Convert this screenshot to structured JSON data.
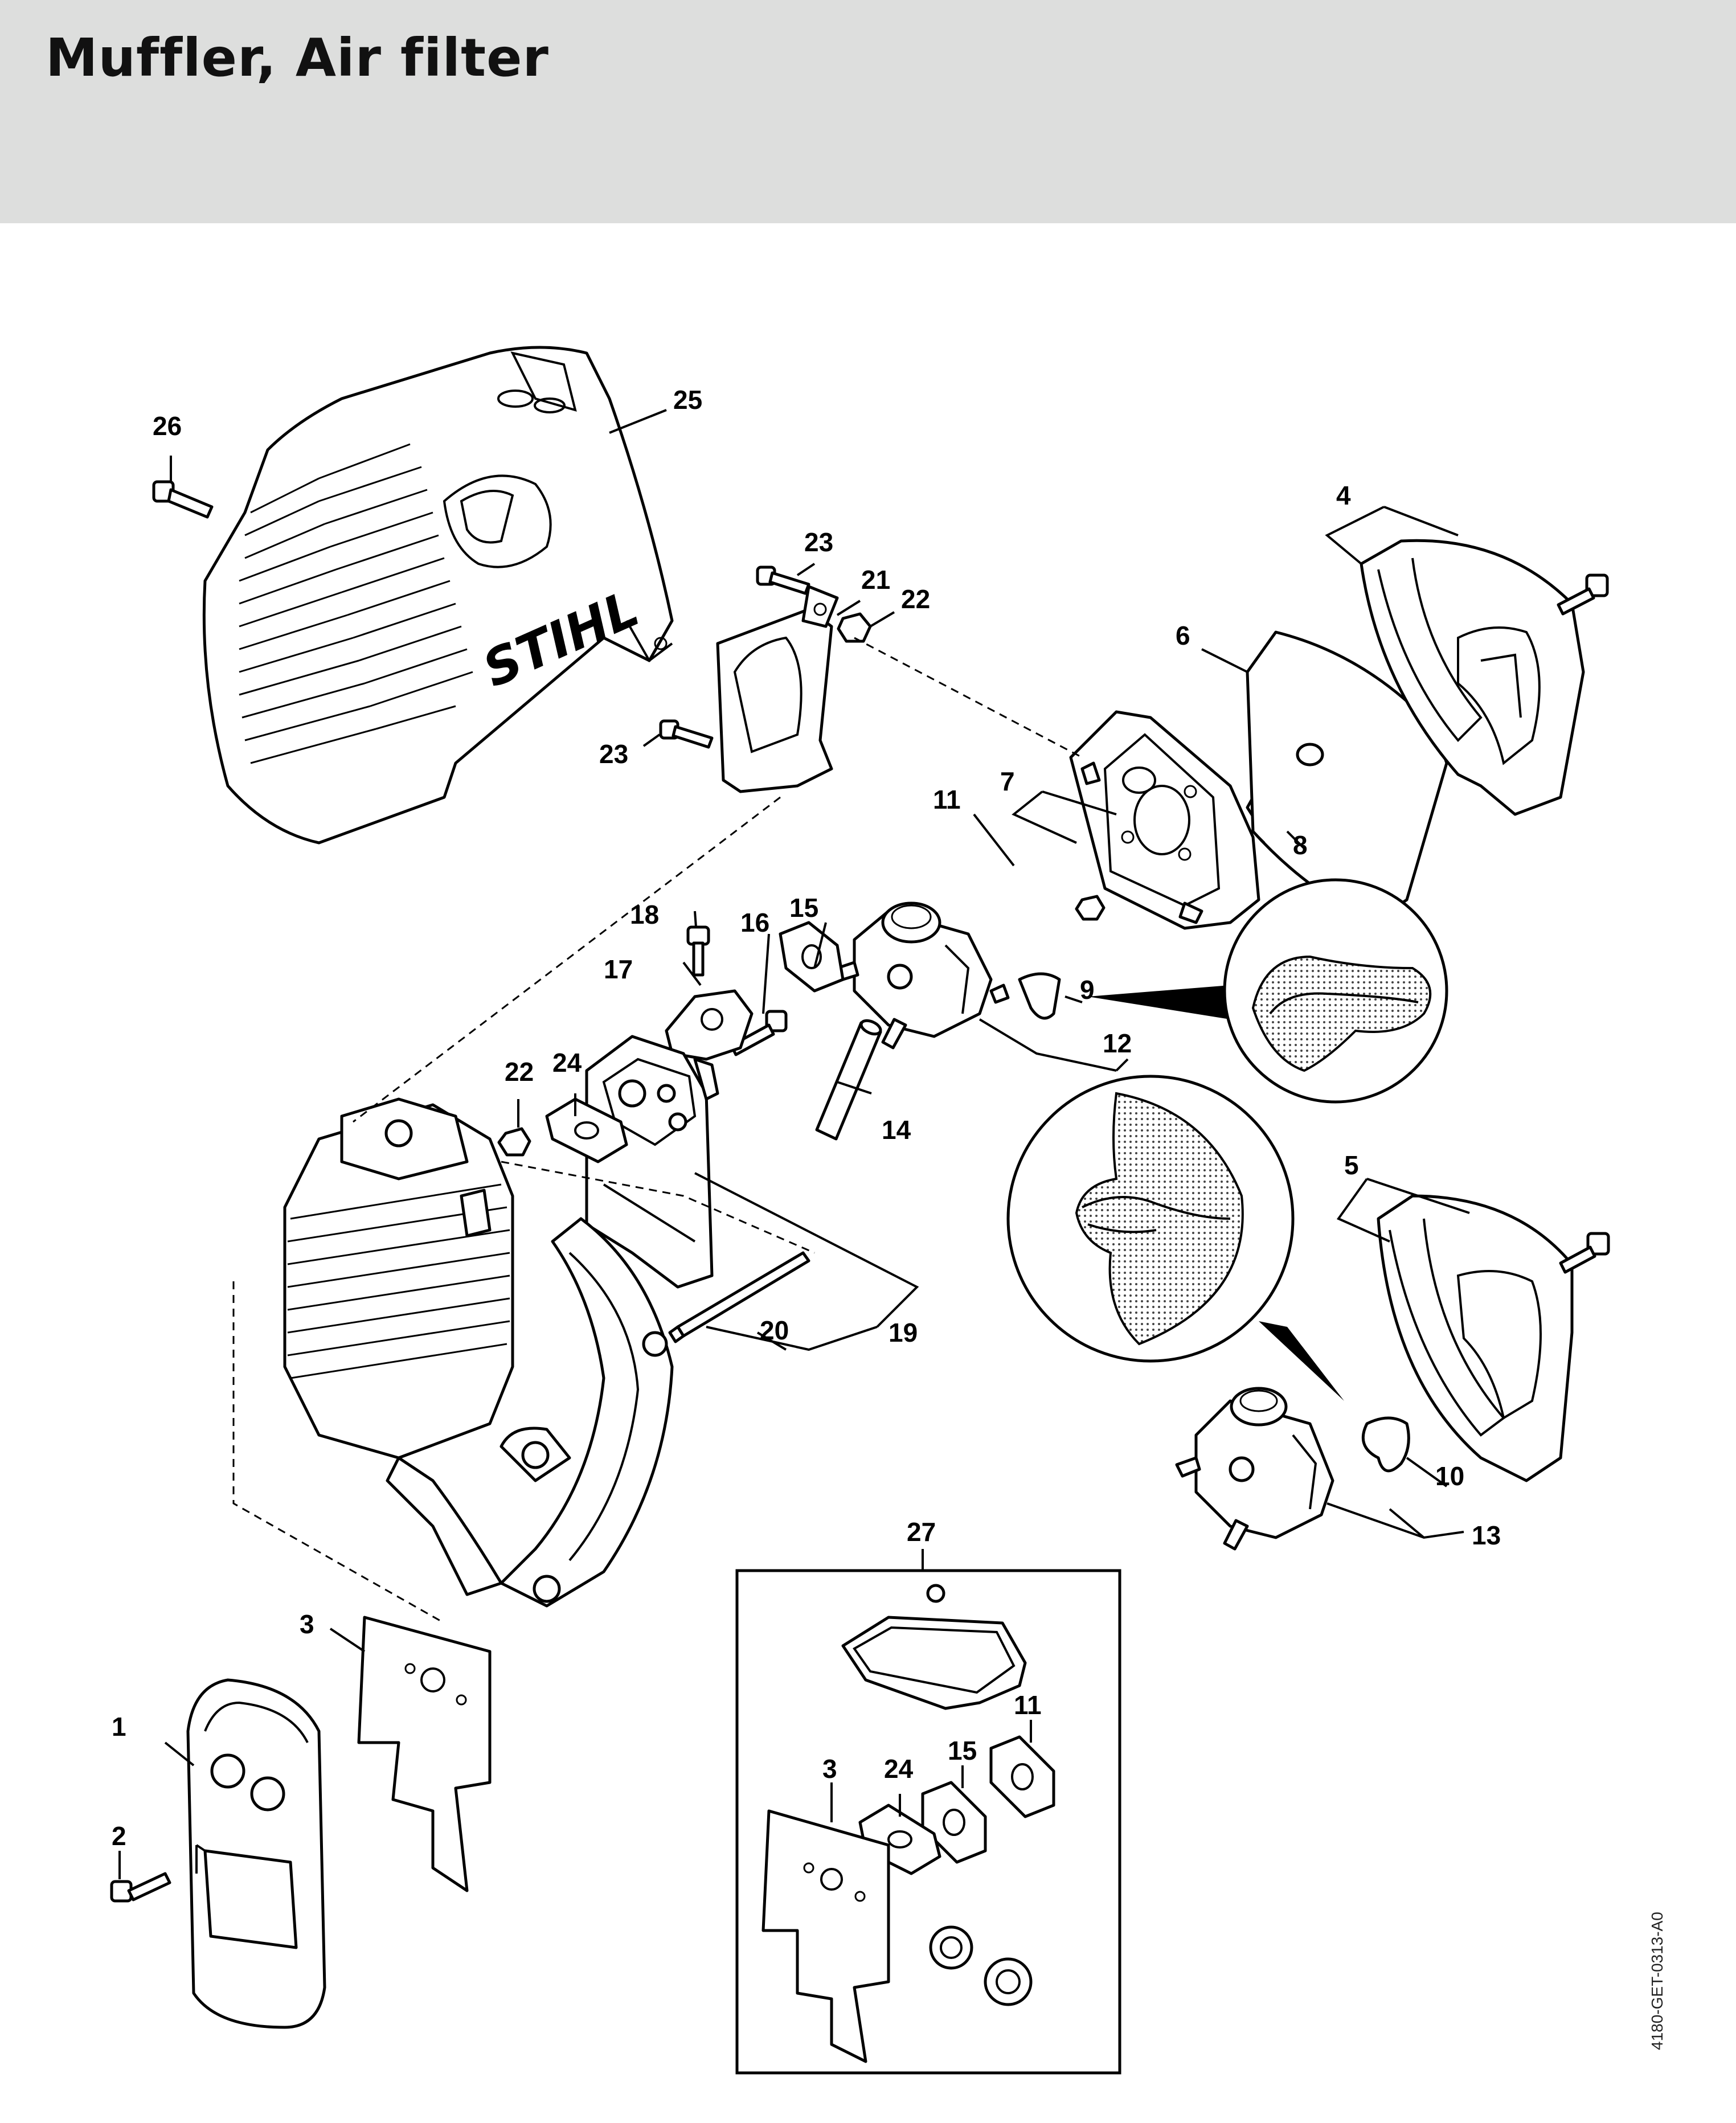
{
  "title": "Muffler, Air filter",
  "doc_code": "4180-GET-0313-A0",
  "brand_logo": "STIHL",
  "callouts": [
    {
      "id": "c1",
      "label": "1"
    },
    {
      "id": "c2",
      "label": "2"
    },
    {
      "id": "c3a",
      "label": "3"
    },
    {
      "id": "c3b",
      "label": "3"
    },
    {
      "id": "c4",
      "label": "4"
    },
    {
      "id": "c5",
      "label": "5"
    },
    {
      "id": "c6",
      "label": "6"
    },
    {
      "id": "c7",
      "label": "7"
    },
    {
      "id": "c8",
      "label": "8"
    },
    {
      "id": "c9",
      "label": "9"
    },
    {
      "id": "c10",
      "label": "10"
    },
    {
      "id": "c11a",
      "label": "11"
    },
    {
      "id": "c11b",
      "label": "11"
    },
    {
      "id": "c12",
      "label": "12"
    },
    {
      "id": "c13",
      "label": "13"
    },
    {
      "id": "c14",
      "label": "14"
    },
    {
      "id": "c15a",
      "label": "15"
    },
    {
      "id": "c15b",
      "label": "15"
    },
    {
      "id": "c16",
      "label": "16"
    },
    {
      "id": "c17",
      "label": "17"
    },
    {
      "id": "c18",
      "label": "18"
    },
    {
      "id": "c19",
      "label": "19"
    },
    {
      "id": "c20",
      "label": "20"
    },
    {
      "id": "c21",
      "label": "21"
    },
    {
      "id": "c22a",
      "label": "22"
    },
    {
      "id": "c22b",
      "label": "22"
    },
    {
      "id": "c23a",
      "label": "23"
    },
    {
      "id": "c23b",
      "label": "23"
    },
    {
      "id": "c24a",
      "label": "24"
    },
    {
      "id": "c24b",
      "label": "24"
    },
    {
      "id": "c25",
      "label": "25"
    },
    {
      "id": "c26",
      "label": "26"
    },
    {
      "id": "c27",
      "label": "27"
    }
  ]
}
